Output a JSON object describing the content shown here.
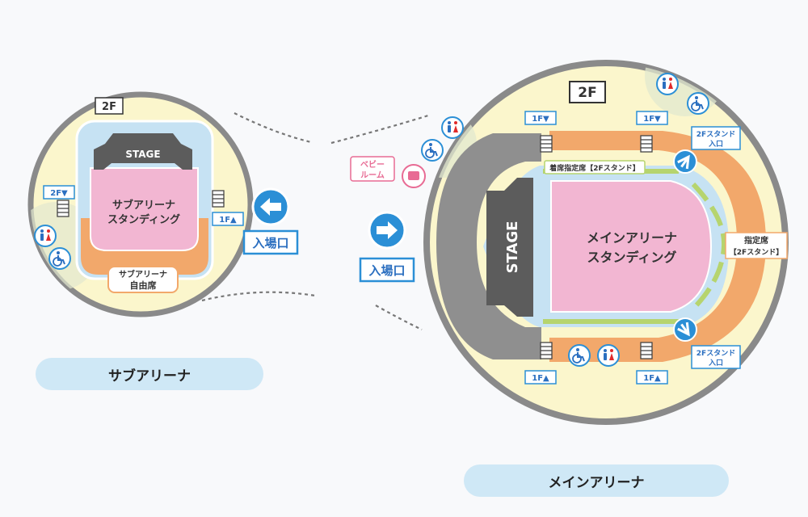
{
  "sub_arena": {
    "caption": "サブアリーナ",
    "floor_label": "2F",
    "stage_label": "STAGE",
    "standing_line1": "サブアリーナ",
    "standing_line2": "スタンディング",
    "free_seat_line1": "サブアリーナ",
    "free_seat_line2": "自由席",
    "stair_2f_down": "2F▼",
    "stair_1f_up": "1F▲",
    "entrance": "入場口"
  },
  "main_arena": {
    "caption": "メインアリーナ",
    "floor_label": "2F",
    "stage_label": "STAGE",
    "standing_line1": "メインアリーナ",
    "standing_line2": "スタンディング",
    "reserved_seated": "着席指定席【2Fスタンド】",
    "reserved_line1": "指定席",
    "reserved_line2": "【2Fスタンド】",
    "stand_entrance_line1": "2Fスタンド",
    "stand_entrance_line2": "入口",
    "stair_1f_down": "1F▼",
    "stair_1f_up": "1F▲",
    "baby_room_line1": "ベビー",
    "baby_room_line2": "ルーム",
    "entrance": "入場口"
  },
  "colors": {
    "background": "#f8f9fb",
    "outer_ring": "#8a8a8a",
    "concourse": "#fbf6cc",
    "stand_orange": "#f2a86b",
    "standing_pink": "#f2b6d2",
    "stage_dark": "#5c5c5c",
    "inner_blue": "#c6e2f3",
    "accent_blue": "#2b8fd6",
    "caption_pill": "#cfe8f6",
    "baby_pink": "#e86b94"
  }
}
